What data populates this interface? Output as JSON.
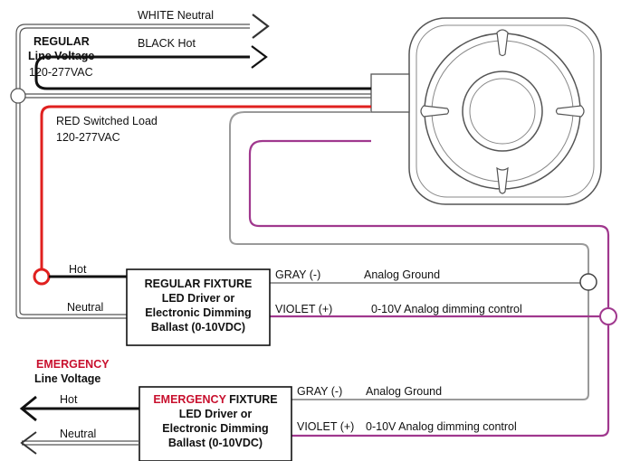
{
  "wires": {
    "white": "WHITE Neutral",
    "black": "BLACK Hot",
    "red": "RED Switched Load",
    "red_voltage": "120-277VAC"
  },
  "regular_source": {
    "title": "REGULAR",
    "line": "Line Voltage",
    "voltage": "120-277VAC"
  },
  "regular_fixture": {
    "line1": "REGULAR FIXTURE",
    "line2": "LED Driver or",
    "line3": "Electronic Dimming",
    "line4": "Ballast (0-10VDC)",
    "hot": "Hot",
    "neutral": "Neutral",
    "gray": "GRAY (-)",
    "gray_desc": "Analog Ground",
    "violet": "VIOLET (+)",
    "violet_desc": "0-10V Analog dimming control"
  },
  "emergency_source": {
    "title": "EMERGENCY",
    "line": "Line Voltage"
  },
  "emergency_fixture": {
    "line1a": "EMERGENCY",
    "line1b": " FIXTURE",
    "line2": "LED Driver or",
    "line3": "Electronic Dimming",
    "line4": "Ballast (0-10VDC)",
    "hot": "Hot",
    "neutral": "Neutral",
    "gray": "GRAY (-)",
    "gray_desc": "Analog Ground",
    "violet": "VIOLET (+)",
    "violet_desc": "0-10V Analog dimming control"
  },
  "colors": {
    "black": "#111111",
    "red": "#e0201f",
    "gray": "#9a9a9a",
    "violet": "#a0388e",
    "accent_red": "#c8102e"
  }
}
